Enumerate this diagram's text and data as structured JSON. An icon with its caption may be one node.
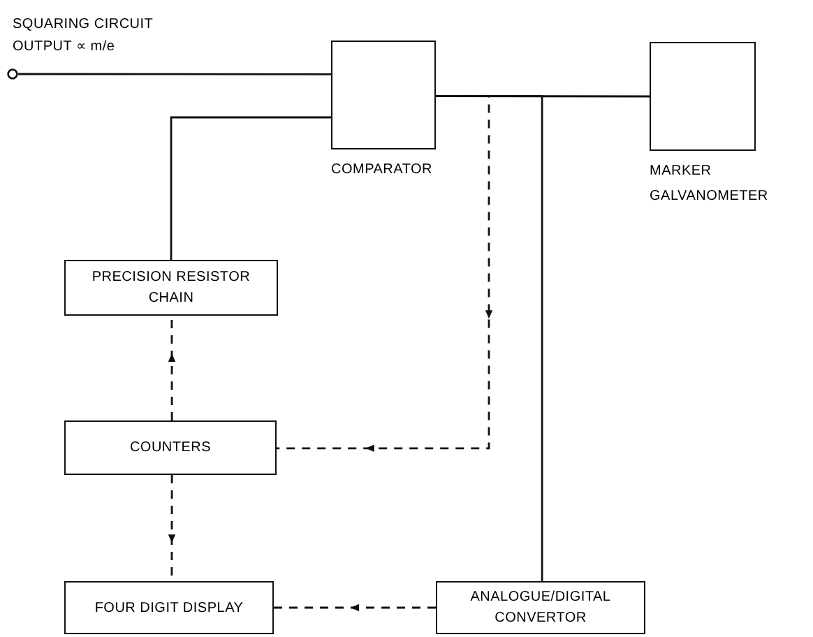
{
  "diagram": {
    "nodes": [
      {
        "text": [],
        "shape": "circle"
      },
      {
        "text": [
          "COMPARATOR"
        ]
      },
      {
        "text": [
          "MARKER GALVANOMETER"
        ]
      },
      {
        "text": [
          "PRECISION RESISTOR CHAIN"
        ]
      },
      {
        "text": [
          "COUNTERS"
        ]
      },
      {
        "text": [
          "FOUR DIGIT DISPLAY"
        ]
      },
      {
        "text": [
          "ANALOGUE/DIGITAL CONVERTOR"
        ]
      }
    ],
    "edges": [
      {
        "from": 0,
        "to": 1,
        "arrow": "none",
        "label": "SQUARING CIRCUIT OUTPUT ∝ m/e"
      },
      {
        "from": 1,
        "to": 2,
        "arrow": "none"
      },
      {
        "from": 1,
        "to": 3,
        "arrow": "none"
      },
      {
        "from": 1,
        "to": 4,
        "arrow": "to",
        "style": "dashed"
      },
      {
        "from": 1,
        "to": 6,
        "arrow": "none"
      },
      {
        "from": 4,
        "to": 3,
        "arrow": "to",
        "style": "dashed"
      },
      {
        "from": 4,
        "to": 5,
        "arrow": "to",
        "style": "dashed"
      },
      {
        "from": 6,
        "to": 5,
        "arrow": "to",
        "style": "dashed"
      }
    ]
  }
}
